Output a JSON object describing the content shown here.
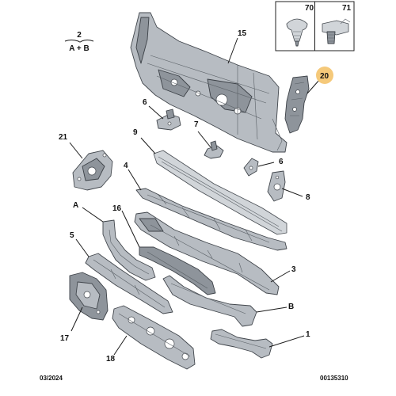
{
  "callouts": {
    "c1": "1",
    "c3": "3",
    "c5": "5",
    "c6a": "6",
    "c6b": "6",
    "c7": "7",
    "c8": "8",
    "c9": "9",
    "c15": "15",
    "c16": "16",
    "c17": "17",
    "c18": "18",
    "c20": "20",
    "c21": "21",
    "cA": "A",
    "cB": "B"
  },
  "legend": {
    "top": "2",
    "bottom": "A + B"
  },
  "inset": {
    "left_label": "70",
    "right_label": "71"
  },
  "footer": {
    "date": "03/2024",
    "reference": "00135310"
  },
  "colors": {
    "highlight_badge": "#f5c97a",
    "part_fill": "#b7bcc2",
    "line": "#1a1a1a"
  }
}
